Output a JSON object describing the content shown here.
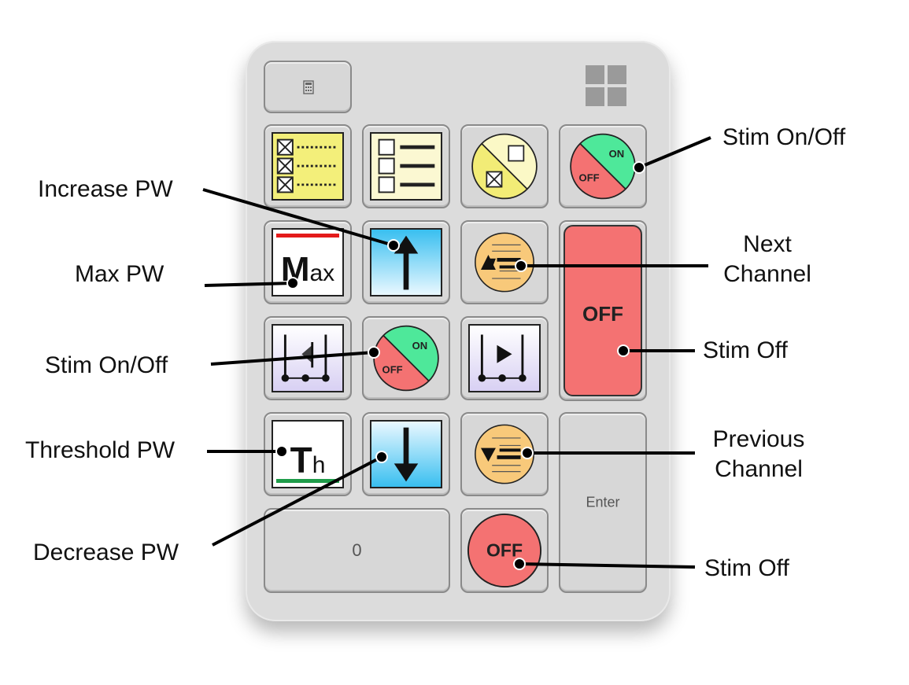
{
  "keys": {
    "calc_icon": "calculator-icon",
    "ms_logo": "windows-logo",
    "zero_label": "0",
    "enter_label": "Enter",
    "stim_on_text": "ON",
    "stim_off_text": "OFF",
    "max_big": "M",
    "max_small": "ax",
    "th_big": "T",
    "th_small": "h",
    "big_off_label": "OFF",
    "round_off_label": "OFF"
  },
  "callouts": {
    "increase_pw": "Increase PW",
    "max_pw": "Max PW",
    "stim_onoff_left": "Stim On/Off",
    "threshold_pw": "Threshold PW",
    "decrease_pw": "Decrease PW",
    "stim_onoff_right": "Stim On/Off",
    "next_channel_1": "Next",
    "next_channel_2": "Channel",
    "stim_off_right": "Stim Off",
    "previous_channel_1": "Previous",
    "previous_channel_2": "Channel",
    "stim_off_bottom": "Stim Off"
  },
  "colors": {
    "keypad": "#dcdcdc",
    "on_green": "#4ee89a",
    "off_red": "#f47272",
    "arrow_blue_top": "#39bff0",
    "arrow_blue_bottom": "#eaf8ff",
    "list_yellow": "#f3ef7a",
    "list_cream": "#fbf8d2",
    "select_yellow": "#f2ec76",
    "channel_orange": "#f8c97a",
    "play_lavender": "#d8d0f3",
    "max_red_line": "#e41b1b",
    "th_green_line": "#1f9c4a"
  }
}
